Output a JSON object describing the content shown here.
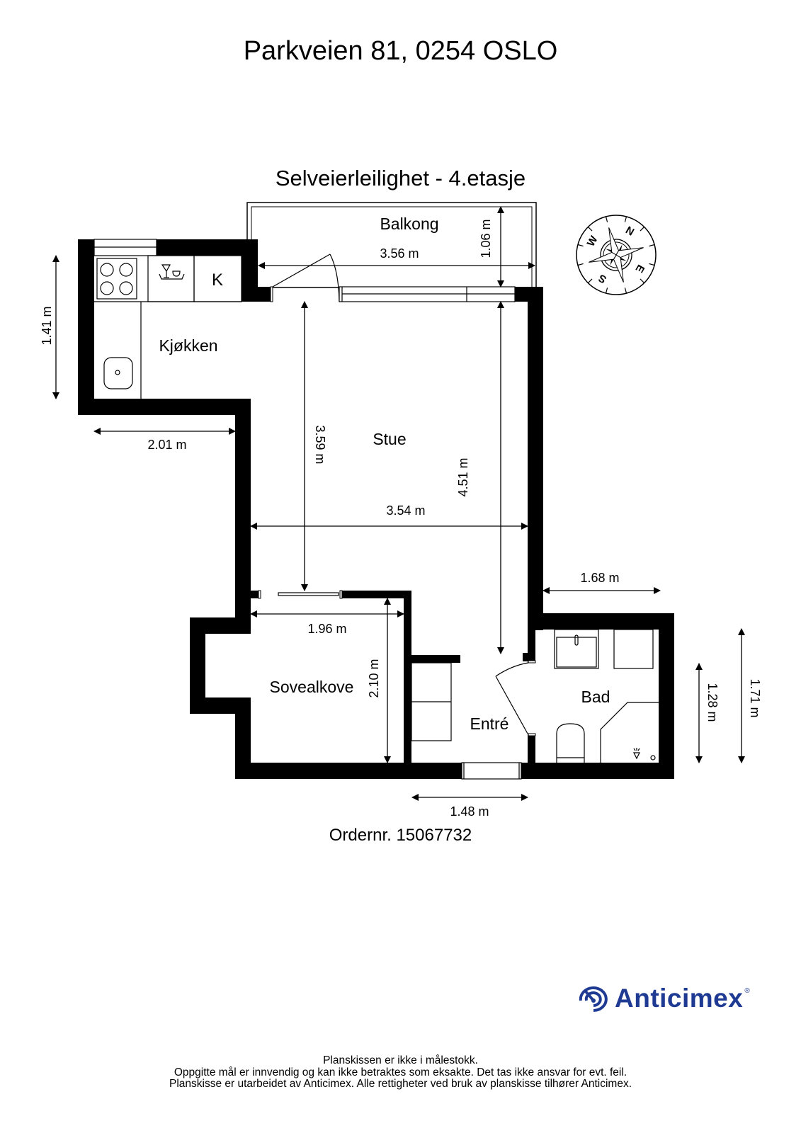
{
  "header": {
    "address": "Parkveien 81, 0254 OSLO",
    "unit": "Selveierleilighet  - 4.etasje"
  },
  "rooms": {
    "balkong": "Balkong",
    "kjokken": "Kjøkken",
    "stue": "Stue",
    "sovealkove": "Sovealkove",
    "entre": "Entré",
    "bad": "Bad"
  },
  "appliances": {
    "fridge_label": "K"
  },
  "dimensions": {
    "balkong_width": "3.56 m",
    "balkong_depth": "1.06 m",
    "kjokken_height": "1.41 m",
    "kjokken_width": "2.01 m",
    "stue_height_left": "3.59 m",
    "stue_height_right": "4.51 m",
    "stue_width": "3.54 m",
    "bad_width": "1.68 m",
    "sovealkove_width": "1.96 m",
    "sovealkove_height": "2.10 m",
    "bad_height_inner": "1.28 m",
    "bad_height_outer": "1.71 m",
    "entre_width": "1.48 m"
  },
  "compass": {
    "labels": [
      "N",
      "E",
      "S",
      "W"
    ]
  },
  "order": {
    "text": "Ordernr. 15067732"
  },
  "brand": {
    "name": "Anticimex",
    "registered": "®",
    "color": "#1f3a93"
  },
  "footer": {
    "line1": "Planskissen er ikke i målestokk.",
    "line2": "Oppgitte mål er innvendig og kan ikke betraktes som eksakte. Det tas ikke ansvar for evt. feil.",
    "line3": "Planskisse er utarbeidet av Anticimex. Alle rettigheter ved bruk av planskisse tilhører Anticimex."
  }
}
